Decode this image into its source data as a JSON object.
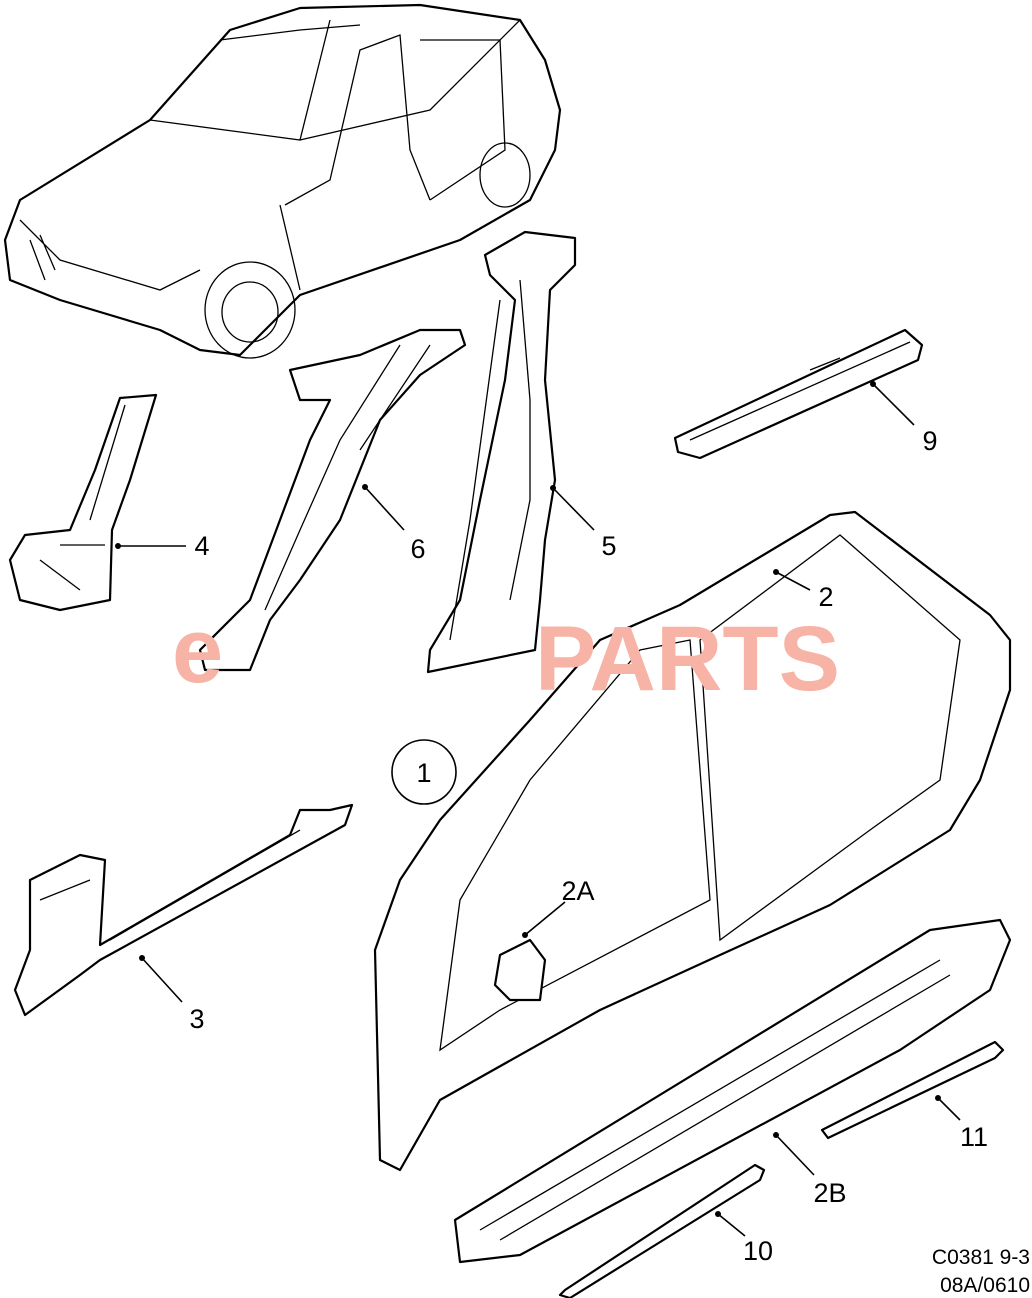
{
  "watermark": {
    "prefix": "e",
    "text": "PARTS",
    "color": "#f6b3a6"
  },
  "callouts": [
    {
      "id": "1",
      "circled": true
    },
    {
      "id": "2"
    },
    {
      "id": "2A"
    },
    {
      "id": "2B"
    },
    {
      "id": "3"
    },
    {
      "id": "4"
    },
    {
      "id": "5"
    },
    {
      "id": "6"
    },
    {
      "id": "9"
    },
    {
      "id": "10"
    },
    {
      "id": "11"
    }
  ],
  "footer": {
    "code": "C0381 9-3",
    "revision": "08A/0610"
  }
}
